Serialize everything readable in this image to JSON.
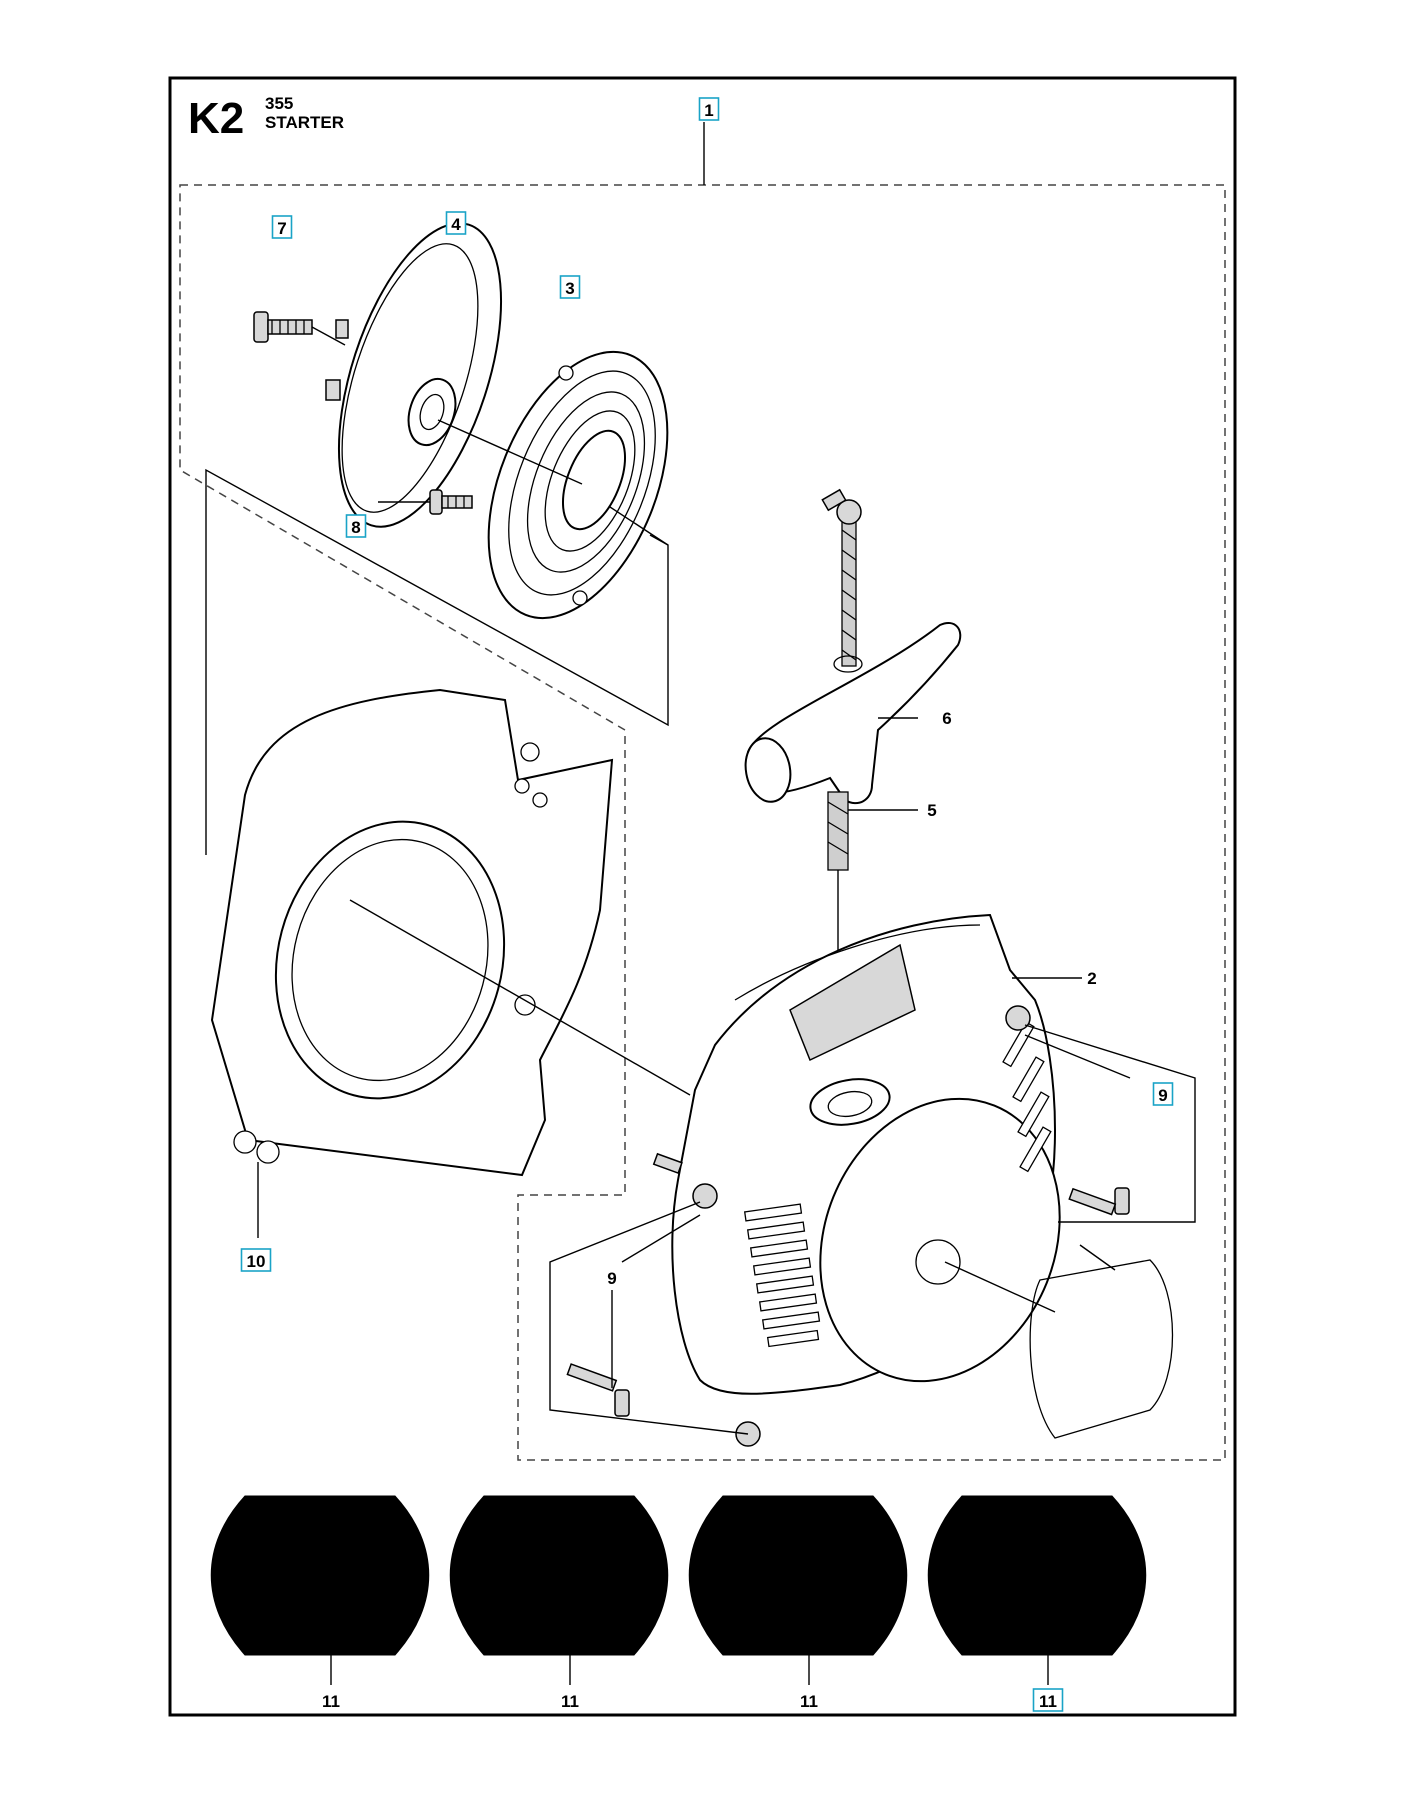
{
  "header": {
    "page_code": "K2",
    "model": "355",
    "section": "STARTER"
  },
  "callouts": [
    {
      "id": "c1",
      "label": "1",
      "boxed": true
    },
    {
      "id": "c2",
      "label": "2",
      "boxed": false
    },
    {
      "id": "c3",
      "label": "3",
      "boxed": true
    },
    {
      "id": "c4",
      "label": "4",
      "boxed": true
    },
    {
      "id": "c5",
      "label": "5",
      "boxed": false
    },
    {
      "id": "c6",
      "label": "6",
      "boxed": false
    },
    {
      "id": "c7",
      "label": "7",
      "boxed": true
    },
    {
      "id": "c8",
      "label": "8",
      "boxed": true
    },
    {
      "id": "c9a",
      "label": "9",
      "boxed": true
    },
    {
      "id": "c9b",
      "label": "9",
      "boxed": false
    },
    {
      "id": "c10",
      "label": "10",
      "boxed": true
    },
    {
      "id": "c11a",
      "label": "11",
      "boxed": false
    },
    {
      "id": "c11b",
      "label": "11",
      "boxed": false
    },
    {
      "id": "c11c",
      "label": "11",
      "boxed": false
    },
    {
      "id": "c11d",
      "label": "11",
      "boxed": true
    }
  ],
  "colors": {
    "frame": "#000000",
    "callout_box": "#1aa3c7",
    "decal": "#000000"
  }
}
